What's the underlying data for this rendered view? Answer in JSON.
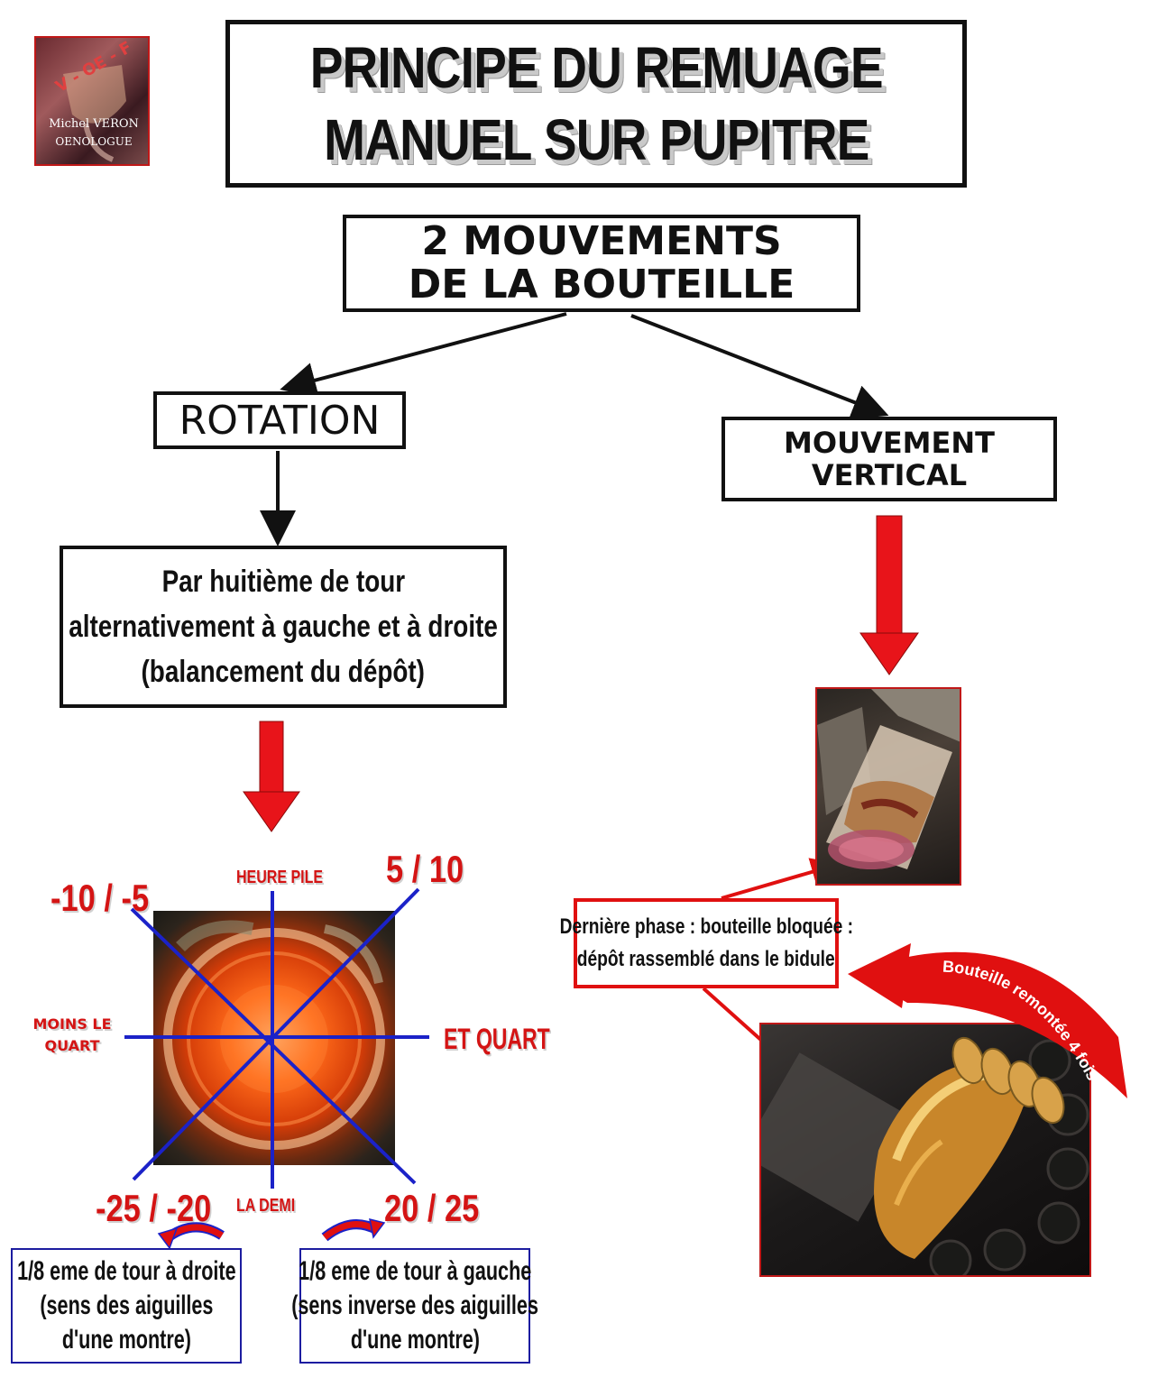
{
  "logo": {
    "letters": "V - OE - F",
    "name": "Michel VERON",
    "role": "OENOLOGUE"
  },
  "title": {
    "line1": "PRINCIPE DU REMUAGE",
    "line2": "MANUEL SUR PUPITRE"
  },
  "root": {
    "line1": "2 MOUVEMENTS",
    "line2": "DE LA BOUTEILLE"
  },
  "rotation": {
    "label": "ROTATION",
    "description": {
      "line1": "Par huitième de tour",
      "line2": "alternativement à gauche et à droite",
      "line3": "(balancement du dépôt)"
    },
    "clock": {
      "top": "HEURE PILE",
      "top_right": "5 / 10",
      "top_left": "-10 / -5",
      "left_line1": "MOINS LE",
      "left_line2": "QUART",
      "right": "ET QUART",
      "bottom": "LA DEMI",
      "bottom_left": "-25 / -20",
      "bottom_right": "20 / 25"
    },
    "right_turn": {
      "line1": "1/8 eme de tour à droite",
      "line2": "(sens des aiguilles",
      "line3": "d'une montre)"
    },
    "left_turn": {
      "line1": "1/8 eme de tour à gauche",
      "line2": "(sens inverse des aiguilles",
      "line3": "d'une montre)"
    }
  },
  "vertical": {
    "line1": "MOUVEMENT",
    "line2": "VERTICAL",
    "last_phase": {
      "line1": "Dernière phase : bouteille bloquée :",
      "line2": "dépôt rassemblé dans le bidule"
    },
    "raised_caption": "Bouteille remontée 4 fois"
  },
  "colors": {
    "accent_red": "#e01010",
    "diagram_blue": "#1b22c8",
    "box_border": "#111111"
  }
}
